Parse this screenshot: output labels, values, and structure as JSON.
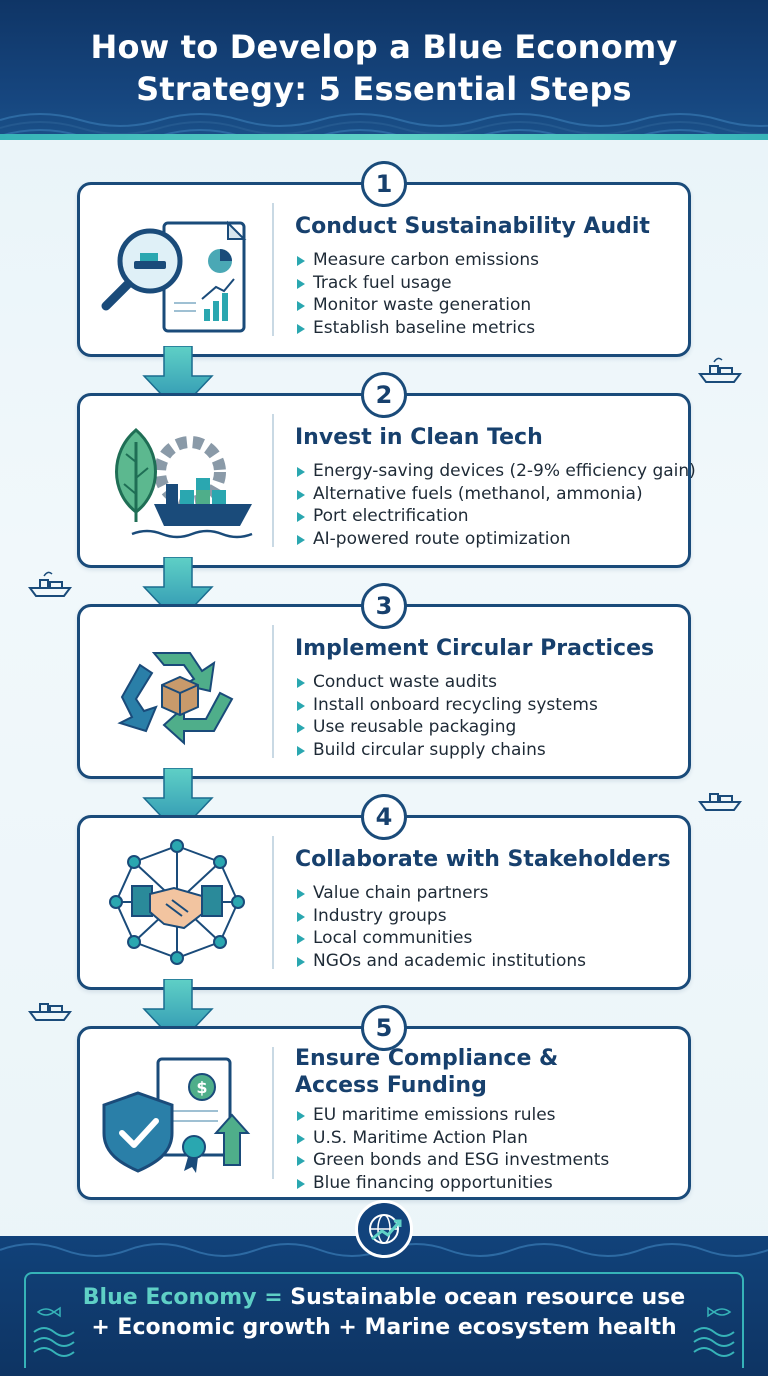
{
  "header": {
    "title_line1": "How to Develop a Blue Economy",
    "title_line2": "Strategy: 5 Essential Steps"
  },
  "steps": [
    {
      "number": "1",
      "title": "Conduct Sustainability Audit",
      "items": [
        "Measure carbon emissions",
        "Track fuel usage",
        "Monitor waste generation",
        "Establish baseline metrics"
      ],
      "icon": "audit-magnifier-report-icon"
    },
    {
      "number": "2",
      "title": "Invest in Clean Tech",
      "items": [
        "Energy-saving devices (2-9% efficiency gain)",
        "Alternative fuels (methanol, ammonia)",
        "Port electrification",
        "AI-powered route optimization"
      ],
      "icon": "leaf-gear-ship-icon"
    },
    {
      "number": "3",
      "title": "Implement Circular Practices",
      "items": [
        "Conduct waste audits",
        "Install onboard recycling systems",
        "Use reusable packaging",
        "Build circular supply chains"
      ],
      "icon": "recycle-box-icon"
    },
    {
      "number": "4",
      "title": "Collaborate with Stakeholders",
      "items": [
        "Value chain partners",
        "Industry groups",
        "Local communities",
        "NGOs and academic institutions"
      ],
      "icon": "handshake-network-icon"
    },
    {
      "number": "5",
      "title_line1": "Ensure Compliance &",
      "title_line2": "Access Funding",
      "items": [
        "EU maritime emissions rules",
        "U.S. Maritime Action Plan",
        "Green bonds and ESG investments",
        "Blue financing opportunities"
      ],
      "icon": "shield-document-funding-icon"
    }
  ],
  "footer": {
    "highlight": "Blue Economy =",
    "line1_rest": " Sustainable ocean resource use",
    "line2": "+ Economic growth + Marine ecosystem health",
    "icon": "globe-growth-icon"
  },
  "colors": {
    "navy": "#1a4b7a",
    "teal": "#2aa7b0",
    "header_bg": "#0f3566",
    "green": "#4fae8a"
  }
}
